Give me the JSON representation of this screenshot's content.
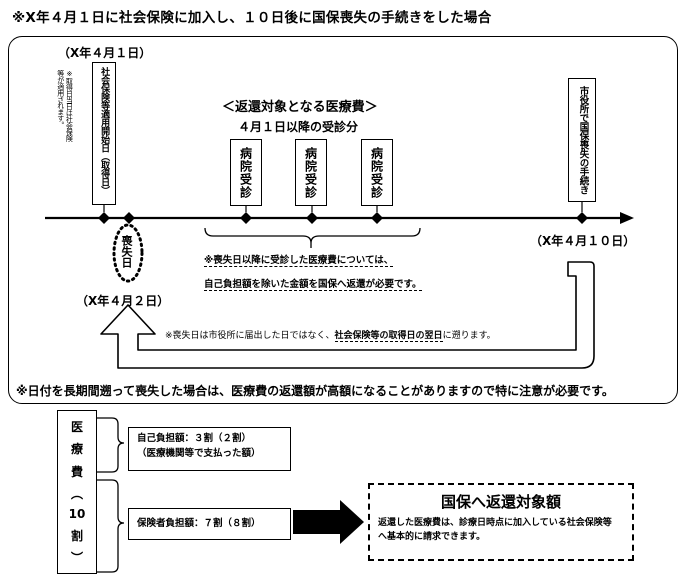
{
  "title": "※X年４月１日に社会保険に加入し、１０日後に国保喪失の手続きをした場合",
  "timeline": {
    "date_start": "（X年４月１日）",
    "start_box": "社会保険等適用開始日（取得日）",
    "start_note_line1": "※取得日当日は社会保険",
    "start_note_line2": "等が適用されます。",
    "loss_day": "喪失日",
    "date_loss": "（X年４月２日）",
    "heading": "＜返還対象となる医療費＞",
    "subheading": "４月１日以降の受診分",
    "hospital_visits": [
      "病院受診",
      "病院受診",
      "病院受診"
    ],
    "end_box": "市役所で国保喪失の手続き",
    "date_end": "（X年４月１０日）",
    "note_line1": "※喪失日以降に受診した医療費については、",
    "note_line2": "自己負担額を除いた金額を国保へ返還が必要です。",
    "loss_note_prefix": "※喪失日は市役所に届出した日ではなく、",
    "loss_note_underlined": "社会保険等の取得日の翌日",
    "loss_note_suffix": "に遡ります。"
  },
  "warning": "※日付を長期間遡って喪失した場合は、医療費の返還額が高額になることがありますので特に注意が必要です。",
  "breakdown": {
    "label_chars": [
      "医",
      "療",
      "費",
      "︵",
      "10",
      "割",
      "︶"
    ],
    "self_pay_line1": "自己負担額：３割（２割）",
    "self_pay_line2": "（医療機関等で支払った額）",
    "insurer_pay": "保険者負担額：７割（８割）",
    "refund_title": "国保へ返還対象額",
    "refund_line1": "返還した医療費は、診療日時点に加入している社会保険等",
    "refund_line2": "へ基本的に請求できます。"
  }
}
